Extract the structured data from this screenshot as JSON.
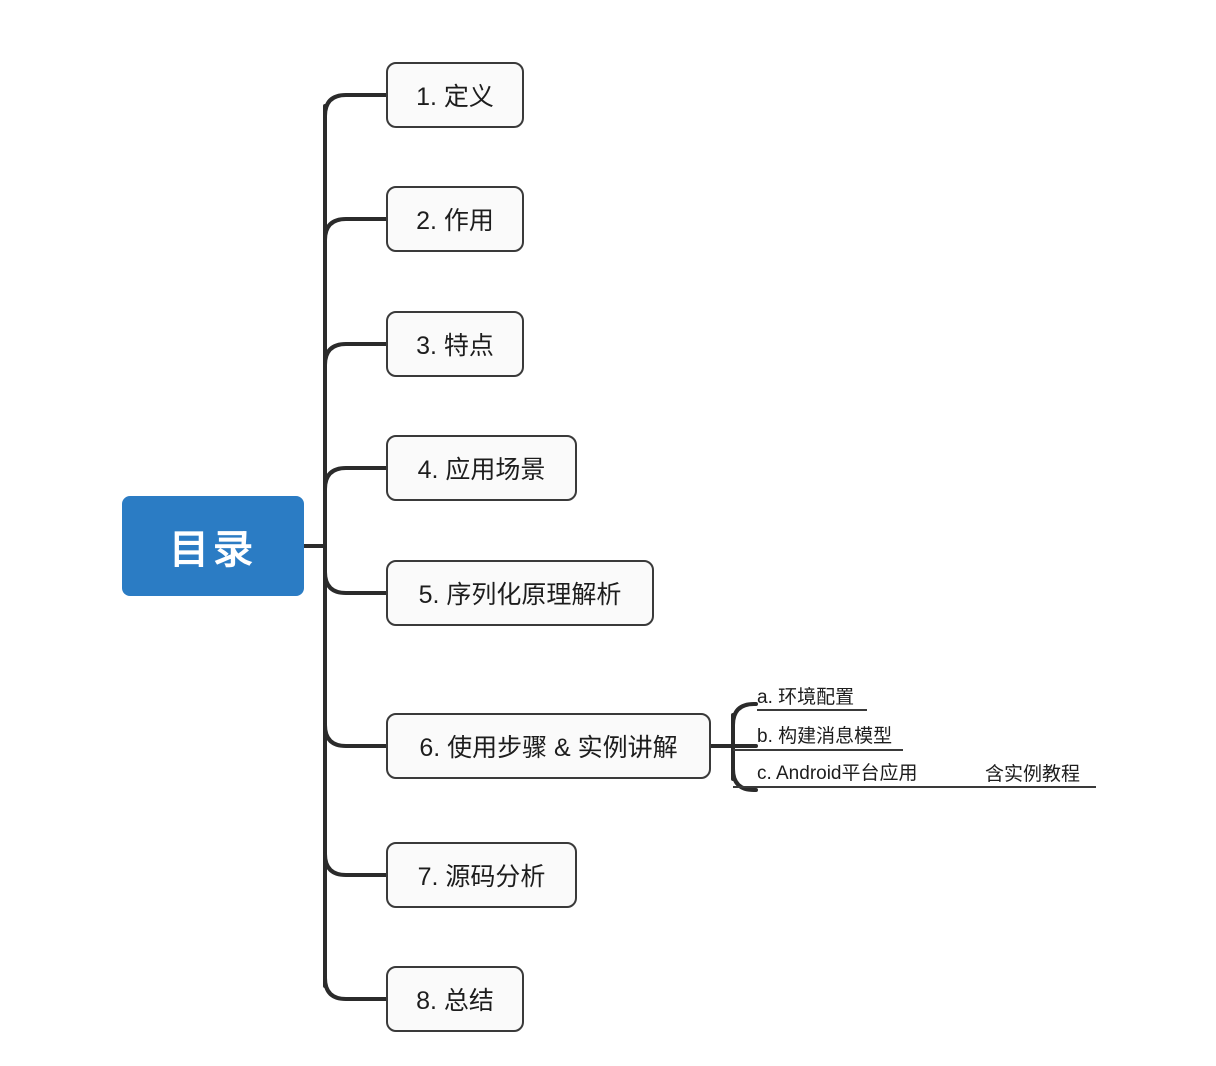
{
  "diagram": {
    "title": "目录",
    "type": "mindmap",
    "background_color": "#ffffff",
    "root_color": "#2B7CC4",
    "root_text_color": "#ffffff",
    "node_border_color": "#3a3a3a",
    "node_fill_color": "#fafafa",
    "connector_color": "#2b2b2b"
  },
  "root": {
    "label": "目录"
  },
  "branches": [
    {
      "id": "b1",
      "label": "1. 定义"
    },
    {
      "id": "b2",
      "label": "2. 作用"
    },
    {
      "id": "b3",
      "label": "3. 特点"
    },
    {
      "id": "b4",
      "label": "4. 应用场景"
    },
    {
      "id": "b5",
      "label": "5. 序列化原理解析"
    },
    {
      "id": "b6",
      "label": "6. 使用步骤 & 实例讲解"
    },
    {
      "id": "b7",
      "label": "7. 源码分析"
    },
    {
      "id": "b8",
      "label": "8. 总结"
    }
  ],
  "sub_branches": [
    {
      "id": "s1",
      "parent": "b6",
      "label": "a. 环境配置"
    },
    {
      "id": "s2",
      "parent": "b6",
      "label": "b. 构建消息模型"
    },
    {
      "id": "s3",
      "parent": "b6",
      "label": "c. Android平台应用"
    }
  ],
  "annotations": [
    {
      "id": "a1",
      "label": "含实例教程"
    }
  ]
}
